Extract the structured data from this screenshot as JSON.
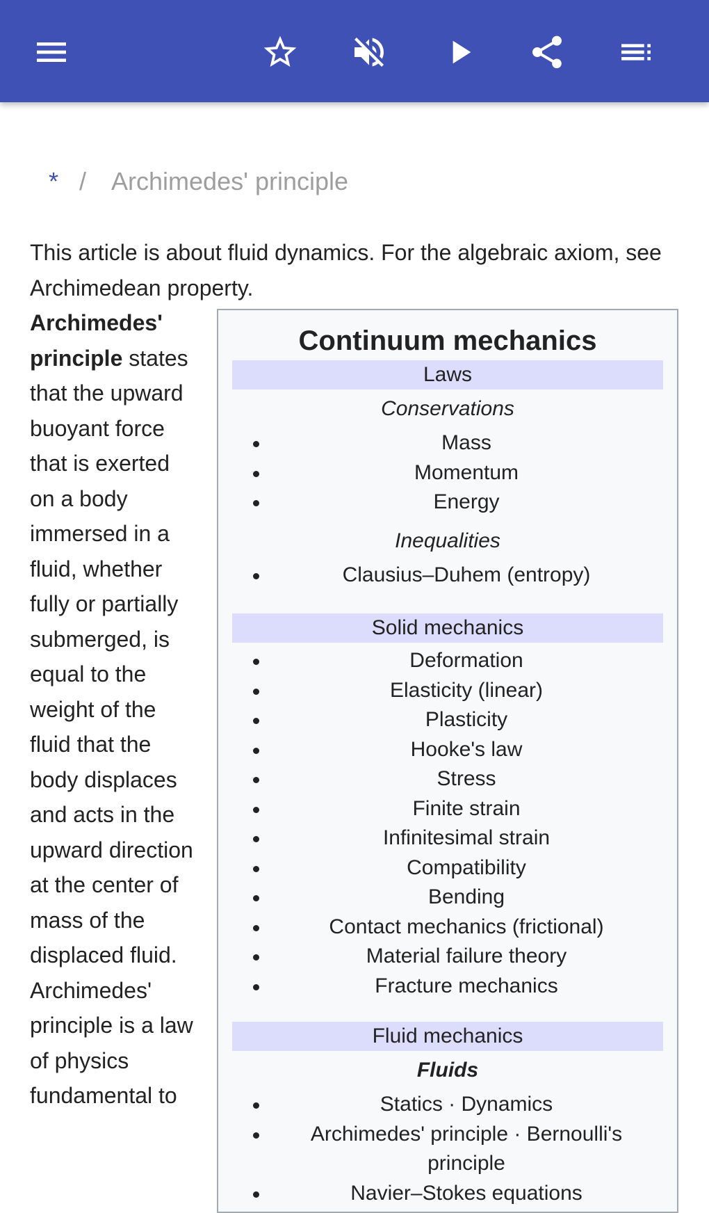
{
  "toolbar": {
    "icons": [
      "menu-icon",
      "star-icon",
      "volume-off-icon",
      "play-icon",
      "share-icon",
      "playlist-icon"
    ]
  },
  "breadcrumb": {
    "root": "*",
    "separator": "/",
    "current": "Archimedes' principle"
  },
  "article": {
    "hatnote": "This article is about fluid dynamics. For the algebraic axiom, see Archimedean property.",
    "lead_bold": "Archimedes' principle",
    "lead_text": " states that the upward buoyant force that is exerted on a body immersed in a fluid, whether fully or partially submerged, is equal to the weight of the fluid that the body displaces and acts in the upward direction at the center of mass of the displaced fluid. Archimedes' principle is a law of physics fundamental to"
  },
  "infobox": {
    "title": "Continuum mechanics",
    "laws": {
      "header": "Laws",
      "conservations_label": "Conservations",
      "conservations": [
        "Mass",
        "Momentum",
        "Energy"
      ],
      "inequalities_label": "Inequalities",
      "inequalities": [
        "Clausius–Duhem (entropy)"
      ]
    },
    "solid": {
      "header": "Solid mechanics",
      "items": [
        "Deformation",
        "Elasticity (linear)",
        "Plasticity",
        "Hooke's law",
        "Stress",
        "Finite strain",
        "Infinitesimal strain",
        "Compatibility",
        "Bending",
        "Contact mechanics (frictional)",
        "Material failure theory",
        "Fracture mechanics"
      ]
    },
    "fluid": {
      "header": "Fluid mechanics",
      "fluids_label": "Fluids",
      "items": [
        "Statics · Dynamics",
        "Archimedes' principle · Bernoulli's principle",
        "Navier–Stokes equations"
      ]
    }
  }
}
